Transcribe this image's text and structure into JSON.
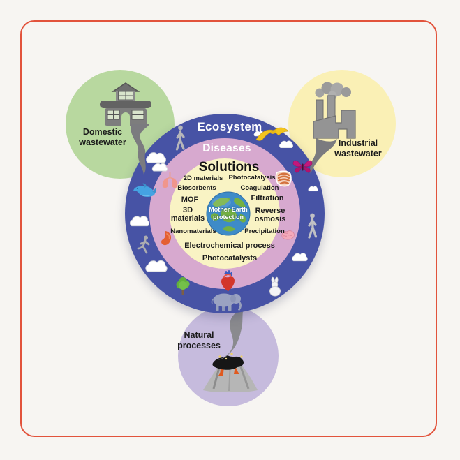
{
  "figure": {
    "type": "graphical-abstract",
    "description": "Concentric rings diagram of water pollution sources, ecosystem, diseases and treatment solutions around Mother Earth protection"
  },
  "rings": {
    "outer_label": "Ecosystem",
    "middle_label": "Diseases",
    "inner_label": "Solutions"
  },
  "center_globe": {
    "label": "Mother Earth\nprotection"
  },
  "satellites": {
    "domestic": {
      "label": "Domestic\nwastewater"
    },
    "industrial": {
      "label": "Industrial\nwastewater"
    },
    "natural": {
      "label": "Natural\nprocesses"
    }
  },
  "solutions": {
    "left": [
      "2D materials",
      "Biosorbents",
      "MOF",
      "3D\nmaterials",
      "Nanomaterials"
    ],
    "right": [
      "Photocatalysis",
      "Coagulation",
      "Filtration",
      "Reverse\nosmosis",
      "Precipitation"
    ],
    "bottom": [
      "Electrochemical process",
      "Photocatalysts"
    ]
  },
  "icons": {
    "satellite": [
      "house-icon",
      "factory-icon",
      "volcano-icon"
    ],
    "ecosystem_ring": [
      "walking-person-icon",
      "cloud-icon",
      "dolphin-icon",
      "running-person-icon",
      "tree-icon",
      "elephant-icon",
      "rabbit-icon",
      "bird-icon",
      "butterfly-icon"
    ],
    "diseases_ring": [
      "lungs-icon",
      "stomach-icon",
      "heart-icon",
      "brain-icon",
      "intestine-icon"
    ],
    "center": "earth-globe-icon"
  },
  "colors": {
    "frame_border": "#e2533c",
    "background": "#f7f5f2",
    "ecosystem_ring": "#4753a5",
    "diseases_ring": "#d7a9cf",
    "solutions_area": "#f9f3c4",
    "domestic_circle": "#b8d89f",
    "industrial_circle": "#faf0b5",
    "natural_circle": "#c6bbdd",
    "globe_ocean": "#3e8bc8",
    "globe_land": "#74b143",
    "stream": "#7b7b7f"
  }
}
